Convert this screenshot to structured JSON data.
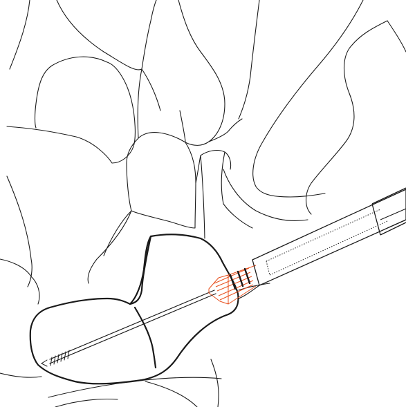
{
  "colors": {
    "background": "#ffffff",
    "outline": "#1a1a1a",
    "highlight": "#e8501e"
  },
  "parts": [
    {
      "name": "bone-outline",
      "icon": "bone-outline-shape"
    },
    {
      "name": "highlighted-bone",
      "icon": "bone-bold-shape"
    },
    {
      "name": "guide-wire",
      "icon": "wire-shape"
    },
    {
      "name": "drill-sleeve",
      "icon": "sleeve-shape"
    },
    {
      "name": "drill-tip",
      "icon": "drill-tip-shape"
    }
  ]
}
